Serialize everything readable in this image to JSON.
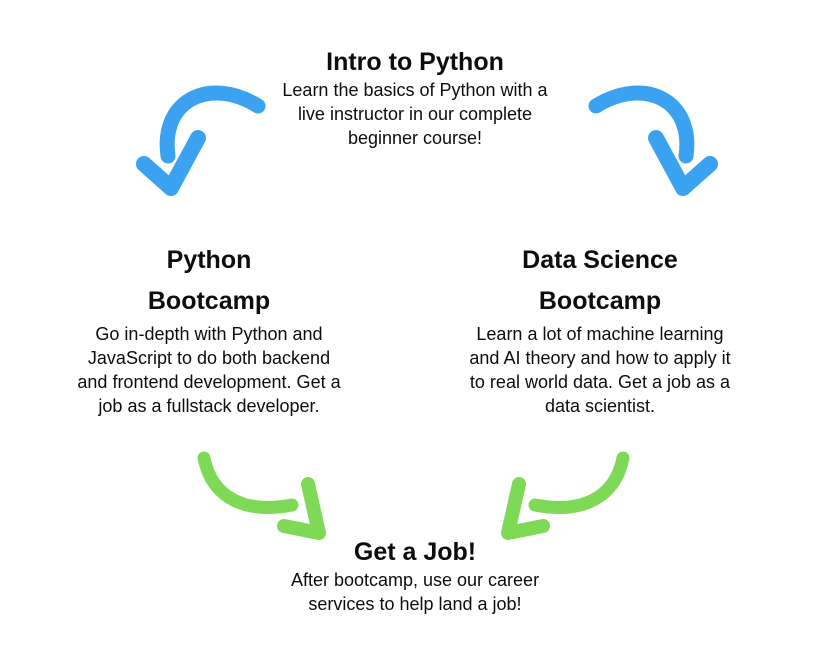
{
  "colors": {
    "background": "#ffffff",
    "text": "#0d0d0d",
    "arrow_blue": "#3ba2f2",
    "arrow_green": "#7ed957"
  },
  "nodes": {
    "intro": {
      "title": "Intro to Python",
      "description": "Learn the basics of Python with a\nlive instructor in our complete\nbeginner course!"
    },
    "python_bootcamp": {
      "title": "Python\nBootcamp",
      "description": "Go in-depth with Python and\nJavaScript to do both backend\nand frontend development. Get a\njob as a fullstack developer."
    },
    "data_science_bootcamp": {
      "title": "Data Science\nBootcamp",
      "description": "Learn a lot of machine learning\nand AI theory and how to apply it\nto real world data. Get a job as a\ndata scientist."
    },
    "get_a_job": {
      "title": "Get a Job!",
      "description": "After bootcamp, use our career\nservices to help land a job!"
    }
  },
  "arrows": {
    "intro_to_python_bootcamp": "blue curved arrow pointing down-left",
    "intro_to_data_science_bootcamp": "blue curved arrow pointing down-right",
    "python_bootcamp_to_job": "green curved arrow pointing down-right",
    "data_science_bootcamp_to_job": "green curved arrow pointing down-left"
  }
}
